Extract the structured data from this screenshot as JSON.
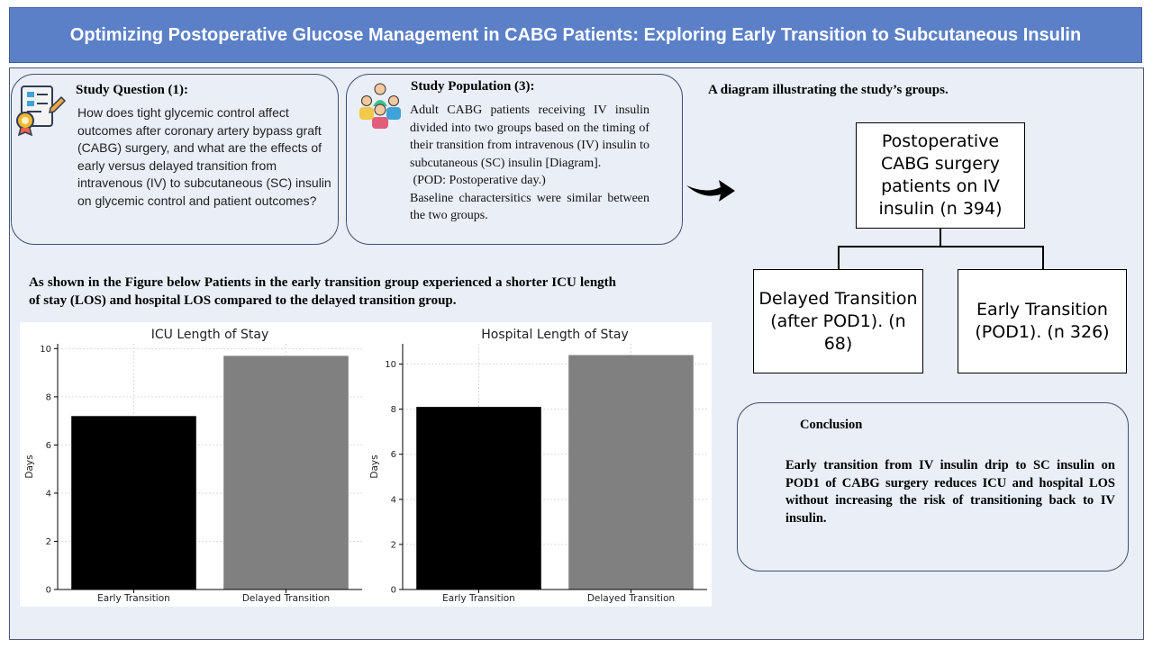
{
  "header": {
    "title": "Optimizing Postoperative Glucose Management in CABG Patients: Exploring Early Transition to Subcutaneous Insulin"
  },
  "question": {
    "title": "Study Question (1):",
    "text": "How does tight glycemic control affect outcomes after coronary artery bypass graft (CABG) surgery, and what are the effects of early versus delayed transition from intravenous (IV) to subcutaneous (SC) insulin on glycemic control and patient outcomes?",
    "icon": "document-checklist-icon"
  },
  "population": {
    "title": "Study Population (3):",
    "text": "Adult CABG patients receiving IV insulin divided into two groups based on the timing of their transition from intravenous (IV) insulin to subcutaneous (SC) insulin [Diagram].",
    "pod_note": " (POD: Postoperative day.)",
    "baseline": "Baseline charactersitics were similar between the two groups.",
    "icon": "people-group-icon"
  },
  "diagram": {
    "caption": "A diagram illustrating the study’s groups.",
    "root": "Postoperative CABG surgery patients on IV insulin (n 394)",
    "left": "Delayed Transition (after POD1). (n 68)",
    "right": "Early Transition (POD1). (n 326)",
    "arrow_icon": "curved-arrow-right-icon"
  },
  "figure_caption": "As shown in the Figure below Patients in the early transition group experienced a shorter ICU length of stay (LOS) and hospital LOS compared to the delayed transition group.",
  "conclusion": {
    "title": "Conclusion",
    "text": "Early transition from IV insulin drip to SC insulin on POD1 of CABG surgery reduces ICU and hospital LOS without increasing the risk of transitioning back to IV insulin."
  },
  "chart_data": [
    {
      "type": "bar",
      "title": "ICU Length of Stay",
      "categories": [
        "Early Transition",
        "Delayed Transition"
      ],
      "values": [
        7.2,
        9.7
      ],
      "colors": [
        "#000000",
        "#808080"
      ],
      "xlabel": "",
      "ylabel": "Days",
      "ylim": [
        0,
        10.2
      ],
      "yticks": [
        0,
        2,
        4,
        6,
        8,
        10
      ],
      "grid": true
    },
    {
      "type": "bar",
      "title": "Hospital Length of Stay",
      "categories": [
        "Early Transition",
        "Delayed Transition"
      ],
      "values": [
        8.1,
        10.4
      ],
      "colors": [
        "#000000",
        "#808080"
      ],
      "xlabel": "",
      "ylabel": "Days",
      "ylim": [
        0,
        10.9
      ],
      "yticks": [
        0,
        2,
        4,
        6,
        8,
        10
      ],
      "grid": true
    }
  ]
}
